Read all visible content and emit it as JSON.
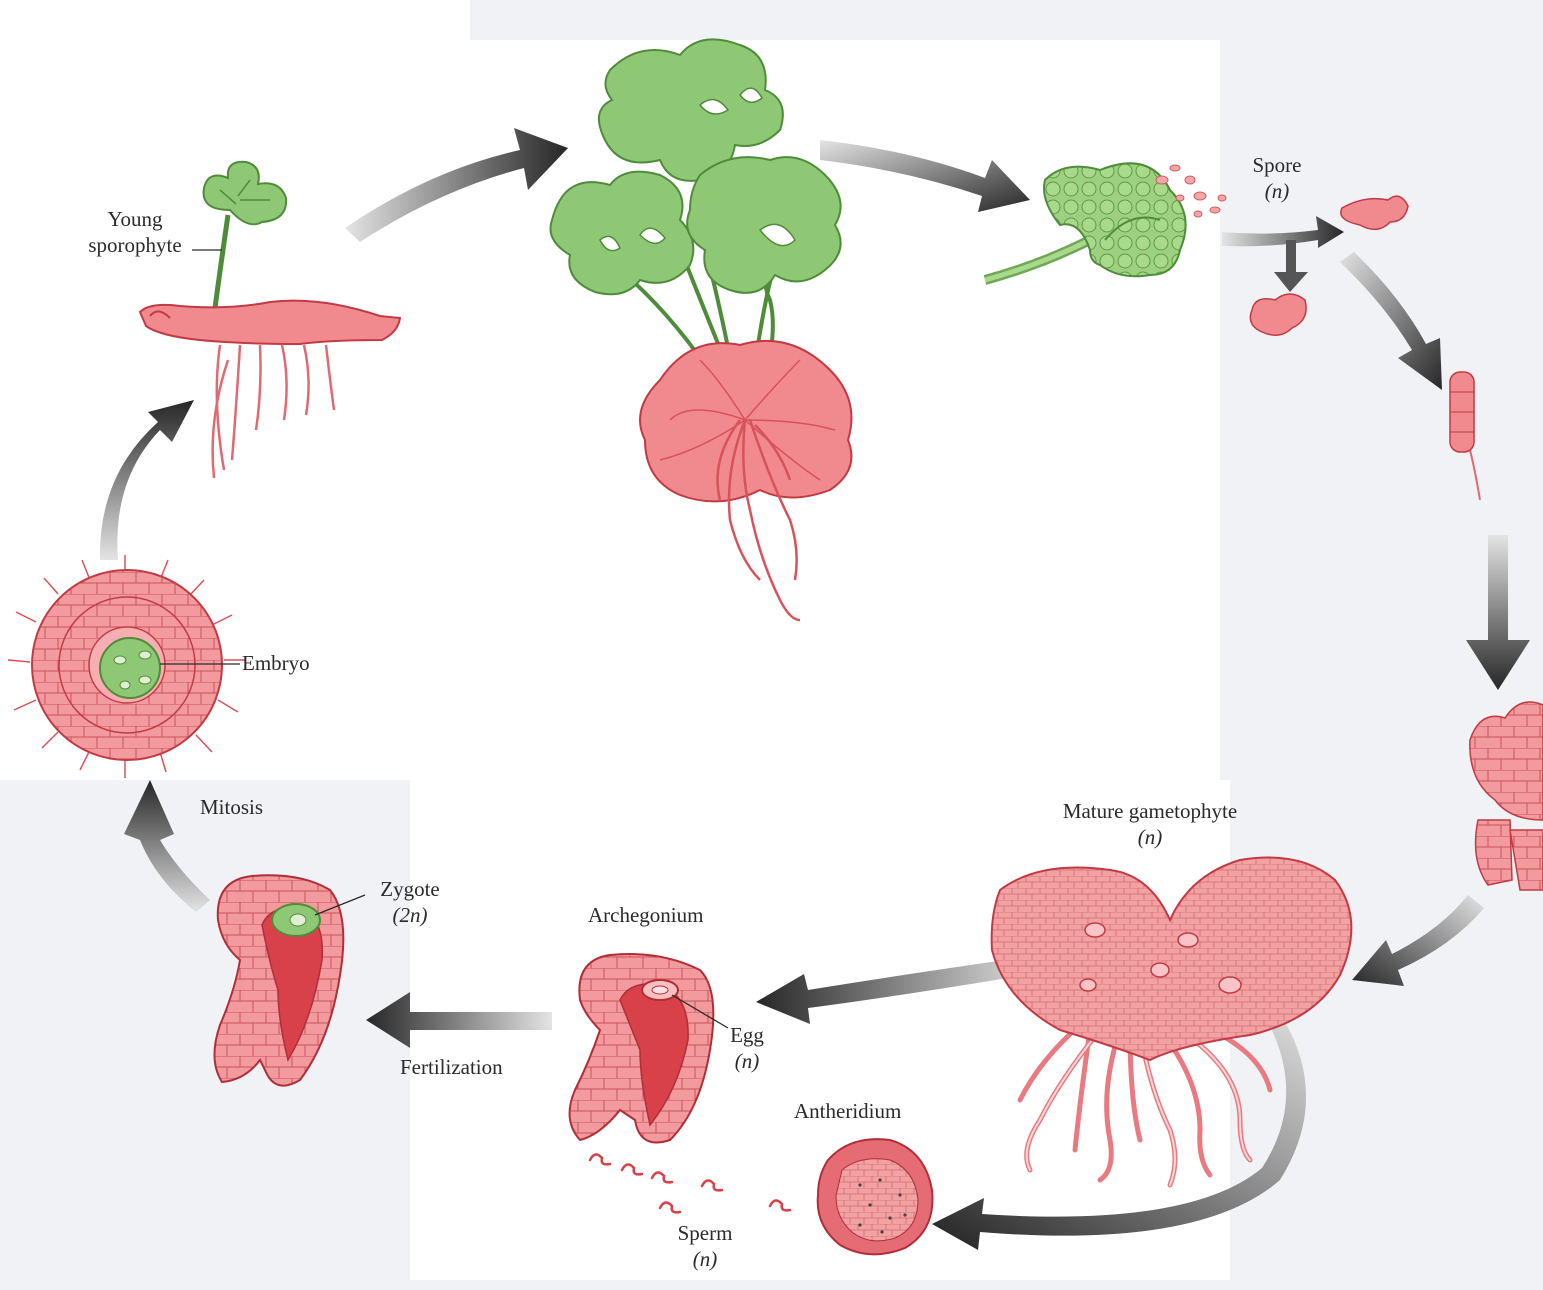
{
  "labels": {
    "young_sporophyte": [
      "Young",
      "sporophyte"
    ],
    "spore": [
      "Spore",
      "(n)"
    ],
    "embryo": "Embryo",
    "mitosis": "Mitosis",
    "zygote": [
      "Zygote",
      "(2n)"
    ],
    "archegonium": "Archegonium",
    "egg": [
      "Egg",
      "(n)"
    ],
    "fertilization": "Fertilization",
    "mature_gametophyte": [
      "Mature gametophyte",
      "(n)"
    ],
    "antheridium": "Antheridium",
    "sperm": [
      "Sperm",
      "(n)"
    ]
  },
  "colors": {
    "background": "#f1f2f5",
    "panel": "#ffffff",
    "leaf_green": "#8fc875",
    "leaf_outline": "#4f8c3a",
    "haploid_pink": "#f08a8e",
    "haploid_outline": "#c23a44",
    "tissue_dark_red": "#d8404a",
    "arrow_dark": "#2a2a2a",
    "label_text": "#2a2a2a"
  }
}
